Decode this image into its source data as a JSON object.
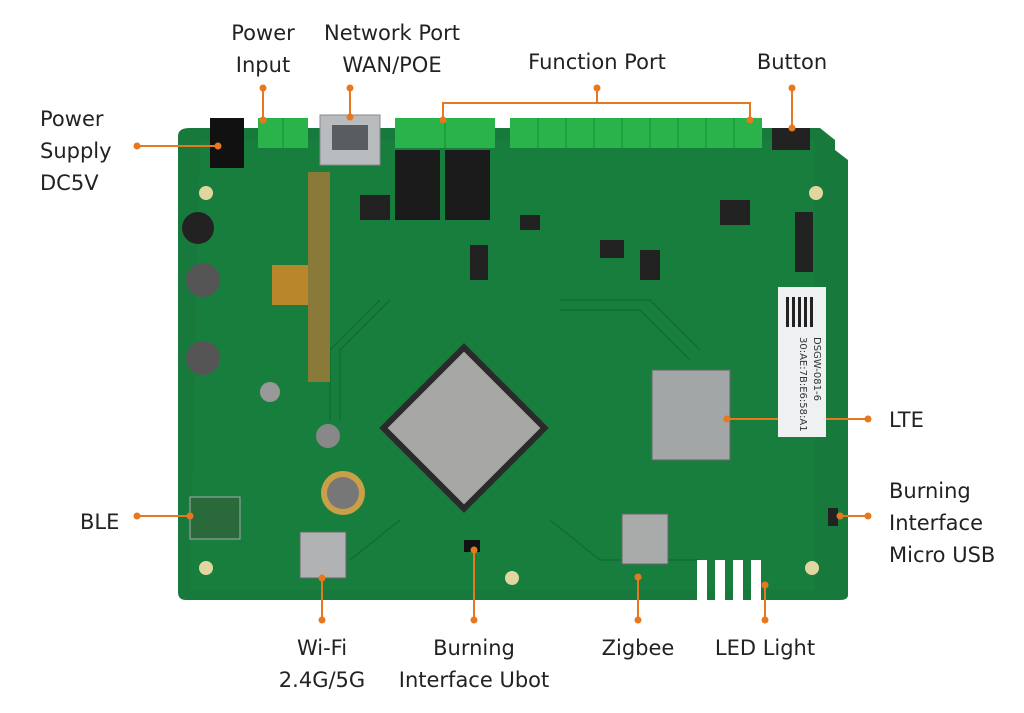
{
  "labels": {
    "power_input": [
      "Power",
      "Input"
    ],
    "network_port": [
      "Network Port",
      "WAN/POE"
    ],
    "function_port": "Function Port",
    "button": "Button",
    "power_supply": [
      "Power",
      "Supply",
      "DC5V"
    ],
    "lte": "LTE",
    "burning_usb": [
      "Burning",
      "Interface",
      "Micro USB"
    ],
    "ble": "BLE",
    "wifi": [
      "Wi-Fi",
      "2.4G/5G"
    ],
    "burning_ubot": [
      "Burning",
      "Interface Ubot"
    ],
    "zigbee": "Zigbee",
    "led_light": "LED Light"
  },
  "sticker": {
    "model": "DSGW-081-6",
    "mac": "30:AE:7B:E6:58:A1"
  },
  "colors": {
    "accent": "#e8781e",
    "board": "#177a3c",
    "text": "#222222"
  }
}
